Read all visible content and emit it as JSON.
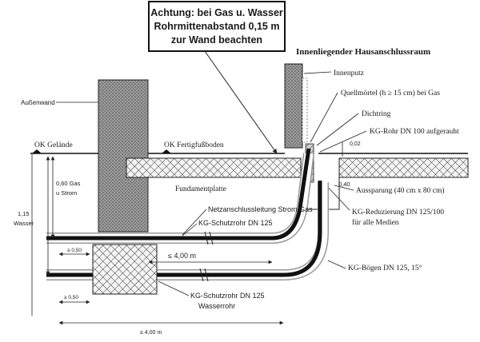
{
  "callout": {
    "line1": "Achtung: bei Gas u. Wasser",
    "line2": "Rohrmittenabstand 0,15 m",
    "line3": "zur Wand beachten"
  },
  "labels": {
    "room_title": "Innenliegender Hausanschlussraum",
    "outer_wall": "Außenwand",
    "inner_plaster": "Innenputz",
    "swelling_mortar": "Quellmörtel (h ≥ 15 cm) bei Gas",
    "sealing_ring": "Dichtring",
    "kg_pipe_roughened": "KG-Rohr DN 100 aufgerauht",
    "grade_level": "OK Gelände",
    "finished_floor": "OK Fertigfußboden",
    "foundation_plate": "Fundamentplatte",
    "recess": "Aussparung (40 cm x 80 cm)",
    "kg_reduction_1": "KG-Reduzierung DN 125/100",
    "kg_reduction_2": "für alle Medien",
    "service_line": "Netzanschlussleitung Strom/Gas",
    "kg_protective_upper": "KG-Schutzrohr DN 125",
    "kg_bends": "KG-Bögen DN 125, 15°",
    "kg_protective_lower": "KG-Schutzrohr DN 125",
    "water_pipe": "Wasserrohr"
  },
  "dimensions": {
    "depth_gas_1": "0,60 Gas",
    "depth_gas_2": "u Strom",
    "depth_water_1": "1,15",
    "depth_water_2": "Wasser",
    "offset_upper": "≥ 0,50",
    "offset_lower": "≥ 0,50",
    "length_upper": "≤ 4,00 m",
    "length_lower": "≤ 4,00 m",
    "small_02": "0,02",
    "small_040": "0,40"
  }
}
